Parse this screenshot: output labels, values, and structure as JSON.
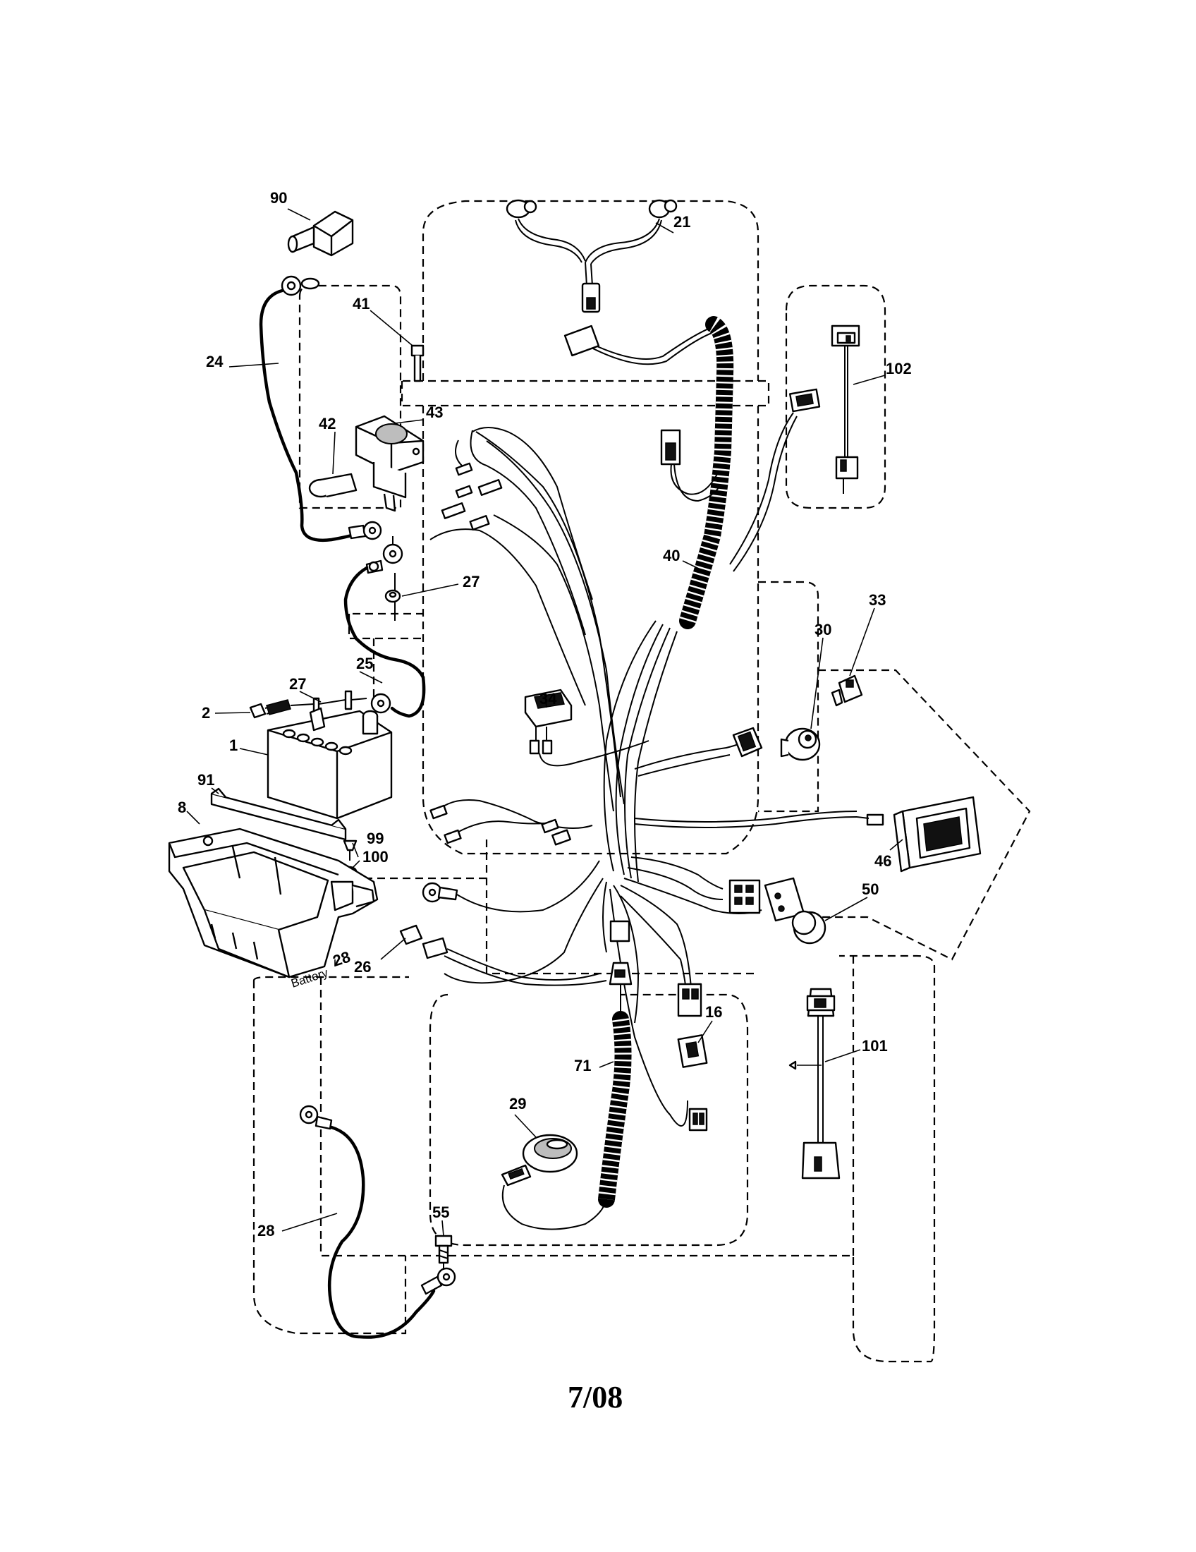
{
  "footer": {
    "date_code": "7/08"
  },
  "battery_label": "Battery",
  "callouts": [
    {
      "id": "90",
      "label": "90"
    },
    {
      "id": "21",
      "label": "21"
    },
    {
      "id": "41",
      "label": "41"
    },
    {
      "id": "102",
      "label": "102"
    },
    {
      "id": "24",
      "label": "24"
    },
    {
      "id": "43",
      "label": "43"
    },
    {
      "id": "42",
      "label": "42"
    },
    {
      "id": "40",
      "label": "40"
    },
    {
      "id": "27a",
      "label": "27"
    },
    {
      "id": "33",
      "label": "33"
    },
    {
      "id": "30",
      "label": "30"
    },
    {
      "id": "25",
      "label": "25"
    },
    {
      "id": "27b",
      "label": "27"
    },
    {
      "id": "34",
      "label": "34"
    },
    {
      "id": "2",
      "label": "2"
    },
    {
      "id": "1",
      "label": "1"
    },
    {
      "id": "91",
      "label": "91"
    },
    {
      "id": "8",
      "label": "8"
    },
    {
      "id": "99",
      "label": "99"
    },
    {
      "id": "100",
      "label": "100"
    },
    {
      "id": "46",
      "label": "46"
    },
    {
      "id": "50",
      "label": "50"
    },
    {
      "id": "26",
      "label": "26"
    },
    {
      "id": "28a",
      "label": "28"
    },
    {
      "id": "16",
      "label": "16"
    },
    {
      "id": "101",
      "label": "101"
    },
    {
      "id": "71",
      "label": "71"
    },
    {
      "id": "29",
      "label": "29"
    },
    {
      "id": "55",
      "label": "55"
    },
    {
      "id": "28b",
      "label": "28"
    }
  ]
}
